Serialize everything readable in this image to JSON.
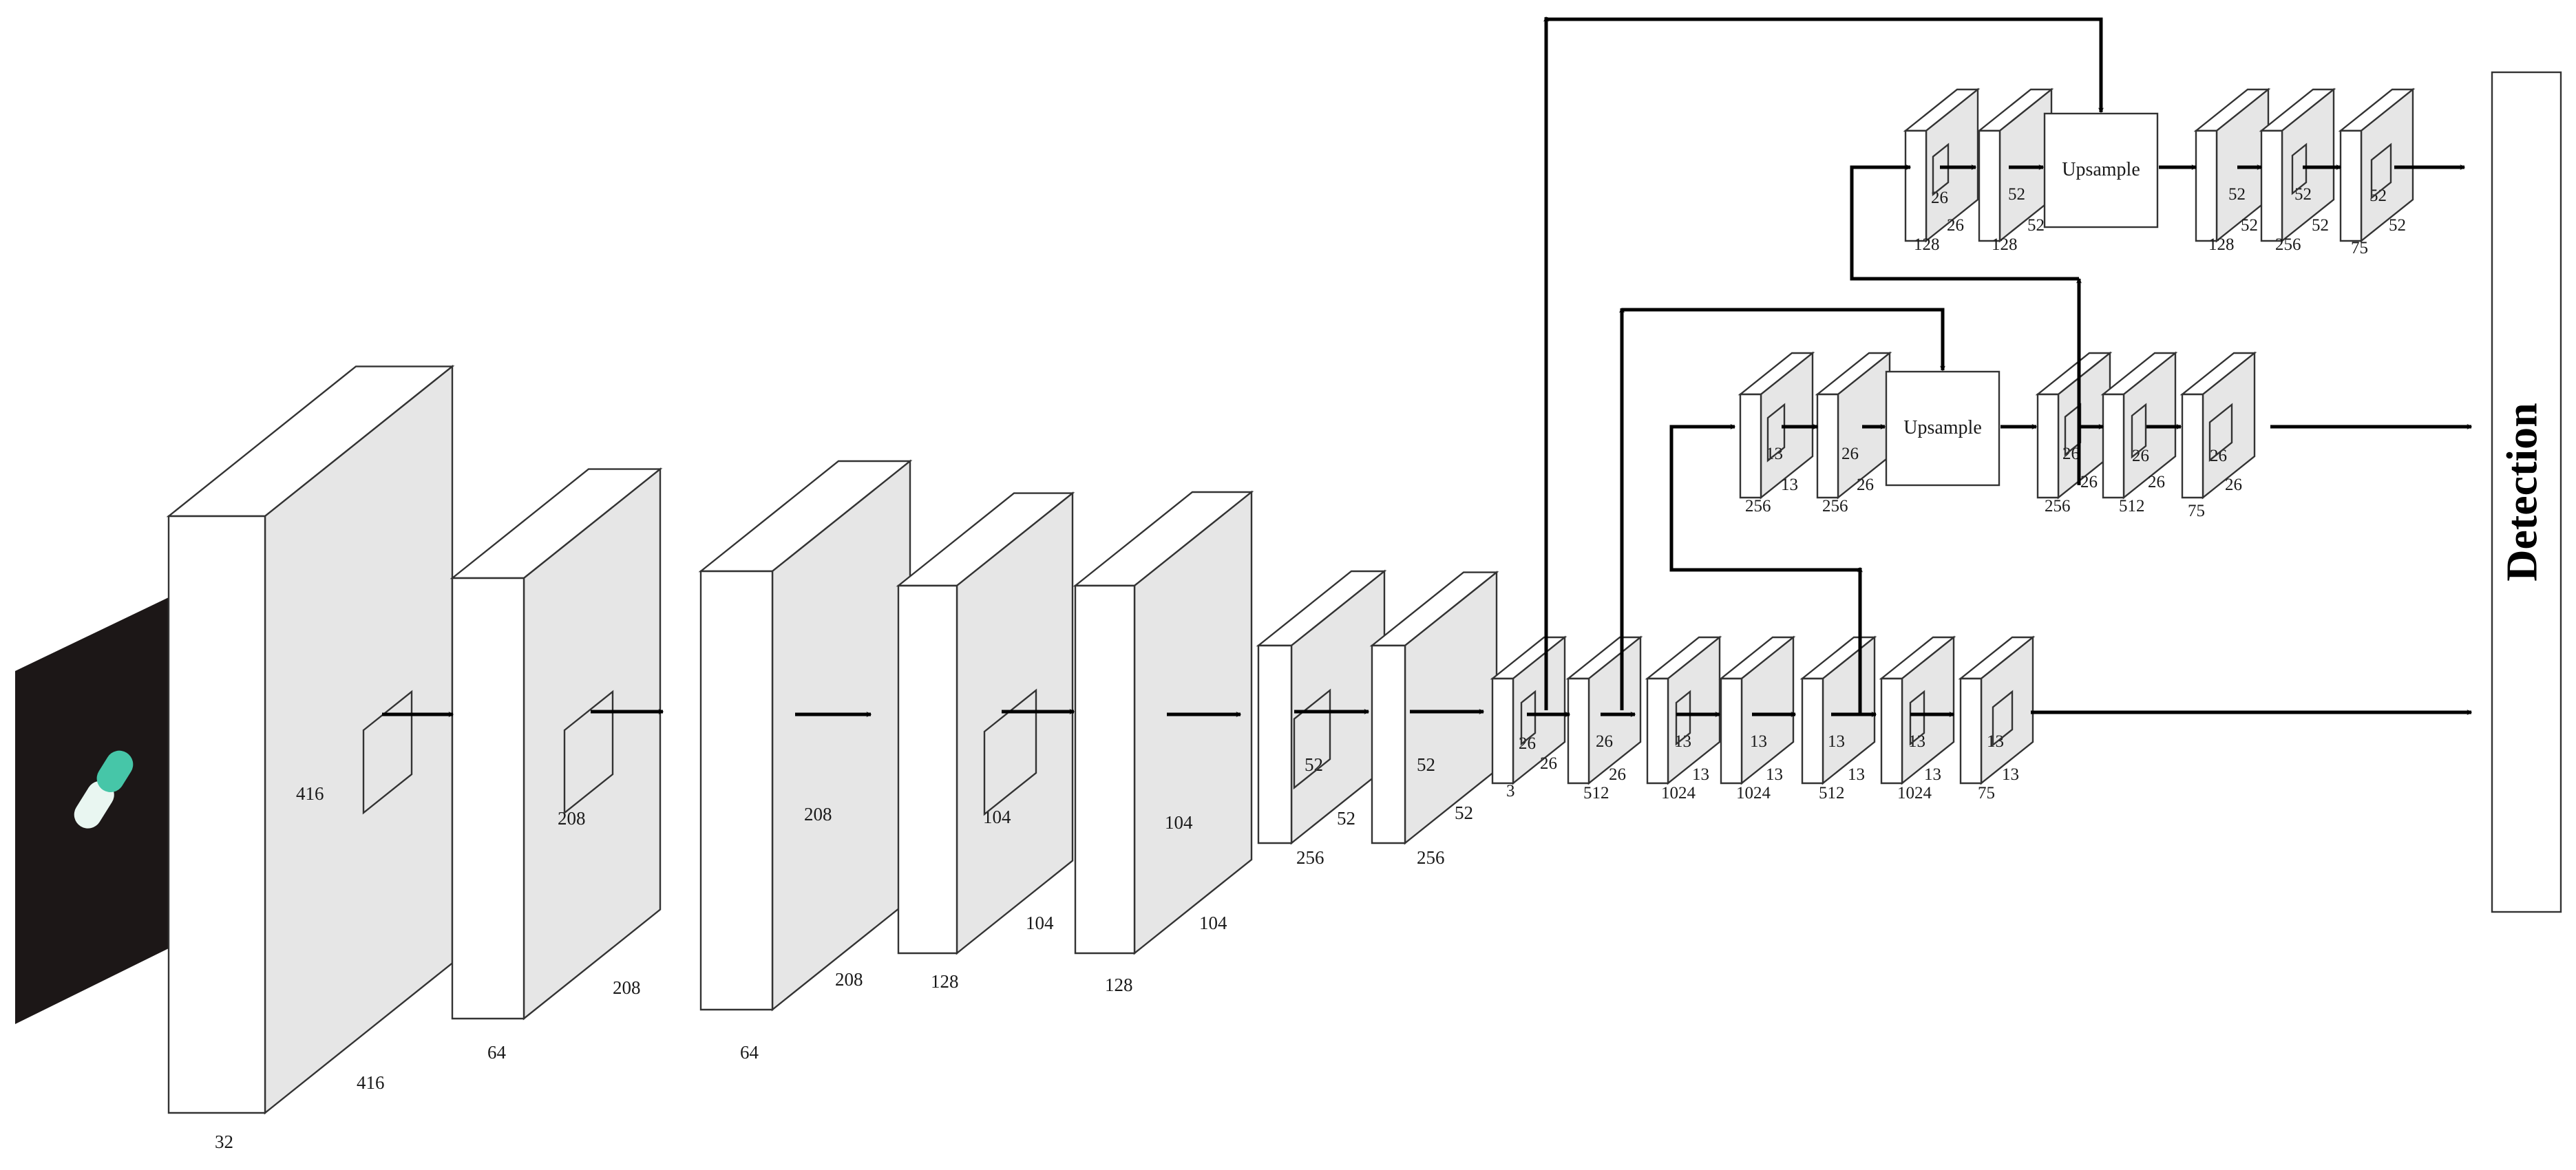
{
  "colors": {
    "front_face": "#ffffff",
    "side_face": "#e6e6e6",
    "top_face": "#ffffff",
    "edge": "#333333",
    "arrow": "#000000",
    "input_image_bg": "#1c1717",
    "capsule_light": "#e9f6f1",
    "capsule_teal": "#46c6a8"
  },
  "icons": [
    "arrow-right-icon",
    "arrow-down-icon",
    "arrow-up-icon",
    "capsule-icon"
  ],
  "input_image": {
    "label": "input-image"
  },
  "blocks": [
    {
      "id": "b1",
      "channels": "32",
      "height_label": "416",
      "width_label": "416"
    },
    {
      "id": "b2",
      "channels": "64",
      "height_label": "208",
      "width_label": "208"
    },
    {
      "id": "b3",
      "channels": "64",
      "height_label": "208",
      "width_label": "208"
    },
    {
      "id": "b4",
      "channels": "128",
      "height_label": "104",
      "width_label": "104"
    },
    {
      "id": "b5",
      "channels": "128",
      "height_label": "104",
      "width_label": "104"
    },
    {
      "id": "b6",
      "channels": "256",
      "height_label": "52",
      "width_label": "52"
    },
    {
      "id": "b7",
      "channels": "256",
      "height_label": "52",
      "width_label": "52"
    },
    {
      "id": "b8",
      "channels": "3",
      "height_label": "26",
      "width_label": "26"
    },
    {
      "id": "b9",
      "channels": "512",
      "height_label": "26",
      "width_label": "26"
    },
    {
      "id": "b10",
      "channels": "1024",
      "height_label": "13",
      "width_label": "13"
    },
    {
      "id": "b11",
      "channels": "1024",
      "height_label": "13",
      "width_label": "13"
    },
    {
      "id": "b12",
      "channels": "512",
      "height_label": "13",
      "width_label": "13"
    },
    {
      "id": "b13",
      "channels": "1024",
      "height_label": "13",
      "width_label": "13"
    },
    {
      "id": "b14",
      "channels": "75",
      "height_label": "13",
      "width_label": "13"
    },
    {
      "id": "m1",
      "channels": "256",
      "height_label": "13",
      "width_label": "13"
    },
    {
      "id": "m2",
      "channels": "256",
      "height_label": "26",
      "width_label": "26"
    },
    {
      "id": "m3",
      "channels": "256",
      "height_label": "26",
      "width_label": "26"
    },
    {
      "id": "m4",
      "channels": "512",
      "height_label": "26",
      "width_label": "26"
    },
    {
      "id": "m5",
      "channels": "75",
      "height_label": "26",
      "width_label": "26"
    },
    {
      "id": "t1",
      "channels": "128",
      "height_label": "26",
      "width_label": "26"
    },
    {
      "id": "t2",
      "channels": "128",
      "height_label": "52",
      "width_label": "52"
    },
    {
      "id": "t3",
      "channels": "128",
      "height_label": "52",
      "width_label": "52"
    },
    {
      "id": "t4",
      "channels": "256",
      "height_label": "52",
      "width_label": "52"
    },
    {
      "id": "t5",
      "channels": "75",
      "height_label": "52",
      "width_label": "52"
    }
  ],
  "upsample_mid": {
    "label": "Upsample"
  },
  "upsample_top": {
    "label": "Upsample"
  },
  "detection": {
    "label": "Detection"
  }
}
